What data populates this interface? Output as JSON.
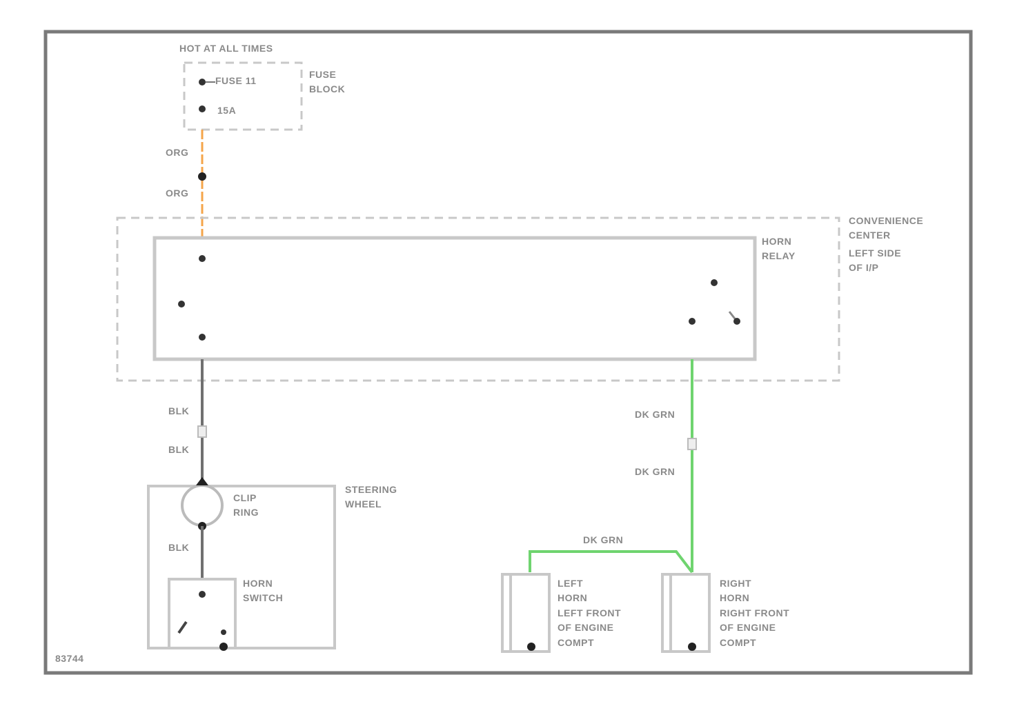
{
  "colors": {
    "frame": "#7a7a7a",
    "component_outline": "#c8c8c8",
    "dashed_outline": "#c8c8c8",
    "wire_org": "#f5a54a",
    "wire_blk": "#707070",
    "wire_dk_grn": "#6fd46f",
    "terminal": "#333333",
    "label_text": "#8a8a8a"
  },
  "power": {
    "header": "HOT AT ALL TIMES",
    "fuse_label": "FUSE 11",
    "fuse_rating": "15A",
    "block_label_line1": "FUSE",
    "block_label_line2": "BLOCK"
  },
  "wires": {
    "org_upper": "ORG",
    "org_lower": "ORG",
    "blk_upper": "BLK",
    "blk_lower": "BLK",
    "blk_switch": "BLK",
    "dkgrn_upper": "DK GRN",
    "dkgrn_lower": "DK GRN",
    "dkgrn_horns": "DK GRN"
  },
  "relay": {
    "label_line1": "HORN",
    "label_line2": "RELAY"
  },
  "convenience_center": {
    "line1": "CONVENIENCE",
    "line2": "CENTER",
    "line3": "LEFT SIDE",
    "line4": "OF I/P"
  },
  "steering": {
    "clip_ring_line1": "CLIP",
    "clip_ring_line2": "RING",
    "wheel_line1": "STEERING",
    "wheel_line2": "WHEEL",
    "switch_line1": "HORN",
    "switch_line2": "SWITCH"
  },
  "left_horn": {
    "line1": "LEFT",
    "line2": "HORN",
    "line3": "LEFT FRONT",
    "line4": "OF ENGINE",
    "line5": "COMPT"
  },
  "right_horn": {
    "line1": "RIGHT",
    "line2": "HORN",
    "line3": "RIGHT FRONT",
    "line4": "OF ENGINE",
    "line5": "COMPT"
  },
  "figure_id": "83744"
}
